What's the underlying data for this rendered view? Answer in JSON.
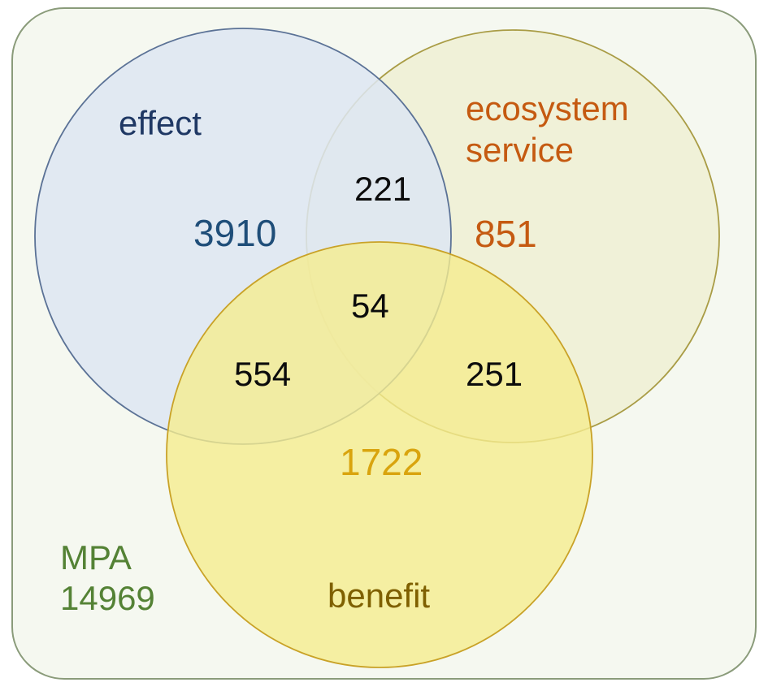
{
  "chart_data": {
    "type": "venn",
    "title": "",
    "universe": {
      "label": "MPA",
      "count": "14969",
      "color": "#548235"
    },
    "sets": [
      {
        "id": "effect",
        "label": "effect",
        "exclusive_count": "3910",
        "label_color": "#1F3864",
        "count_color": "#1F4E79",
        "fill": "#E4EBF5",
        "stroke": "#5B7296"
      },
      {
        "id": "ecosystem_service",
        "label": "ecosystem\nservice",
        "label_line1": "ecosystem",
        "label_line2": "service",
        "exclusive_count": "851",
        "label_color": "#C55A11",
        "count_color": "#C55A11",
        "fill": "#F3F3DF",
        "stroke": "#A99C45"
      },
      {
        "id": "benefit",
        "label": "benefit",
        "exclusive_count": "1722",
        "label_color": "#7F6000",
        "count_color": "#D9A40E",
        "fill": "#F7EFA6",
        "stroke": "#C9A227"
      }
    ],
    "intersections": [
      {
        "id": "effect-ecosystem_service",
        "sets": [
          "effect",
          "ecosystem_service"
        ],
        "count": "221",
        "color": "#0c0c0c"
      },
      {
        "id": "effect-ecosystem_service-benefit",
        "sets": [
          "effect",
          "ecosystem_service",
          "benefit"
        ],
        "count": "54",
        "color": "#0c0c0c"
      },
      {
        "id": "effect-benefit",
        "sets": [
          "effect",
          "benefit"
        ],
        "count": "554",
        "color": "#0c0c0c"
      },
      {
        "id": "ecosystem_service-benefit",
        "sets": [
          "ecosystem_service",
          "benefit"
        ],
        "count": "251",
        "color": "#0c0c0c"
      }
    ],
    "background": {
      "fill": "#F5F8F0",
      "stroke": "#8A9B7A"
    }
  },
  "labels": {
    "effect": "effect",
    "effect_count": "3910",
    "ecosystem_line1": "ecosystem",
    "ecosystem_line2": "service",
    "ecosystem_count": "851",
    "benefit": "benefit",
    "benefit_count": "1722",
    "mpa_name": "MPA",
    "mpa_count": "14969",
    "int_effect_eco": "221",
    "int_all_three": "54",
    "int_effect_benefit": "554",
    "int_eco_benefit": "251"
  }
}
